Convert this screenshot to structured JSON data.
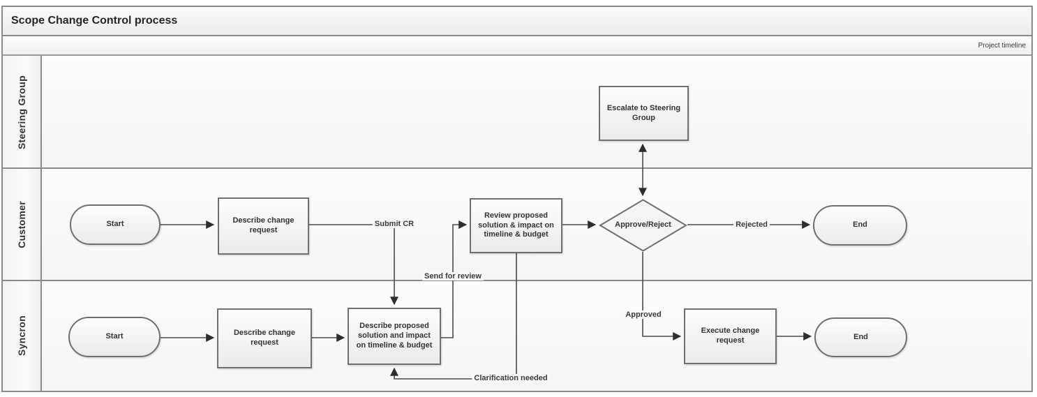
{
  "window": {
    "title": "Scope Change Control process",
    "timeline_label": "Project timeline"
  },
  "lanes": [
    {
      "id": "steering-group",
      "label": "Steering Group"
    },
    {
      "id": "customer",
      "label": "Customer"
    },
    {
      "id": "syncron",
      "label": "Syncron"
    }
  ],
  "nodes": {
    "escalate": {
      "label": "Escalate to Steering Group",
      "type": "process",
      "lane": "Steering Group"
    },
    "customer_start": {
      "label": "Start",
      "type": "terminator",
      "lane": "Customer"
    },
    "customer_describe": {
      "label": "Describe change request",
      "type": "process",
      "lane": "Customer"
    },
    "review": {
      "label": "Review proposed solution & impact on timeline & budget",
      "type": "process",
      "lane": "Customer"
    },
    "decision": {
      "label": "Approve/Reject",
      "type": "decision",
      "lane": "Customer"
    },
    "customer_end": {
      "label": "End",
      "type": "terminator",
      "lane": "Customer"
    },
    "syncron_start": {
      "label": "Start",
      "type": "terminator",
      "lane": "Syncron"
    },
    "syncron_describe": {
      "label": "Describe change request",
      "type": "process",
      "lane": "Syncron"
    },
    "propose": {
      "label": "Describe proposed solution and impact on timeline & budget",
      "type": "process",
      "lane": "Syncron"
    },
    "execute": {
      "label": "Execute change request",
      "type": "process",
      "lane": "Syncron"
    },
    "syncron_end": {
      "label": "End",
      "type": "terminator",
      "lane": "Syncron"
    }
  },
  "edge_labels": {
    "submit_cr": "Submit CR",
    "send_for_review": "Send for review",
    "clarification_needed": "Clarification needed",
    "approved": "Approved",
    "rejected": "Rejected"
  },
  "colors": {
    "frame_border": "#8a8a8a",
    "shape_border": "#6f6f6f",
    "connector_line": "#4a4a4a",
    "arrowhead": "#2e2e2e",
    "shape_fill_top": "#fdfdfd",
    "shape_fill_bottom": "#ebebeb",
    "text": "#333333"
  }
}
